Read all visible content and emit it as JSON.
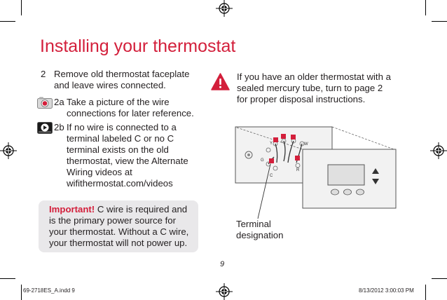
{
  "title": "Installing your thermostat",
  "step2": {
    "number": "2",
    "text_line1": "Remove old thermostat faceplate",
    "text_line2": "and leave wires connected."
  },
  "step2a": {
    "label": "2a",
    "text_line1": "Take a picture of the wire",
    "text_line2": "connections for later reference."
  },
  "step2b": {
    "label": "2b",
    "lines": [
      "If no wire is connected to a",
      "terminal labeled C or no C",
      "terminal exists on the old",
      "thermostat, view the Alternate",
      "Wiring videos at",
      "wifithermostat.com/videos"
    ]
  },
  "important": {
    "label": "Important!",
    "line1_rest": " C wire is required and",
    "lines": [
      "is the primary power source for",
      "your thermostat. Without a C wire,",
      "your thermostat will not power up."
    ]
  },
  "warning": {
    "lines": [
      "If you have an older thermostat with a",
      "sealed mercury tube, turn to page 2",
      "for proper disposal instructions."
    ]
  },
  "figure": {
    "terminal_letters": [
      "Y",
      "G",
      "W",
      "C",
      "R"
    ],
    "caption_line1": "Terminal",
    "caption_line2": "designation"
  },
  "page_number": "9",
  "footer": {
    "left": "69-2718ES_A.indd   9",
    "right": "8/13/2012   3:00:03 PM"
  },
  "colors": {
    "accent_red": "#d31f3b",
    "important_bg": "#e9e8ea"
  },
  "icons": [
    "camera-icon",
    "video-icon",
    "warning-icon",
    "registration-mark-icon"
  ]
}
